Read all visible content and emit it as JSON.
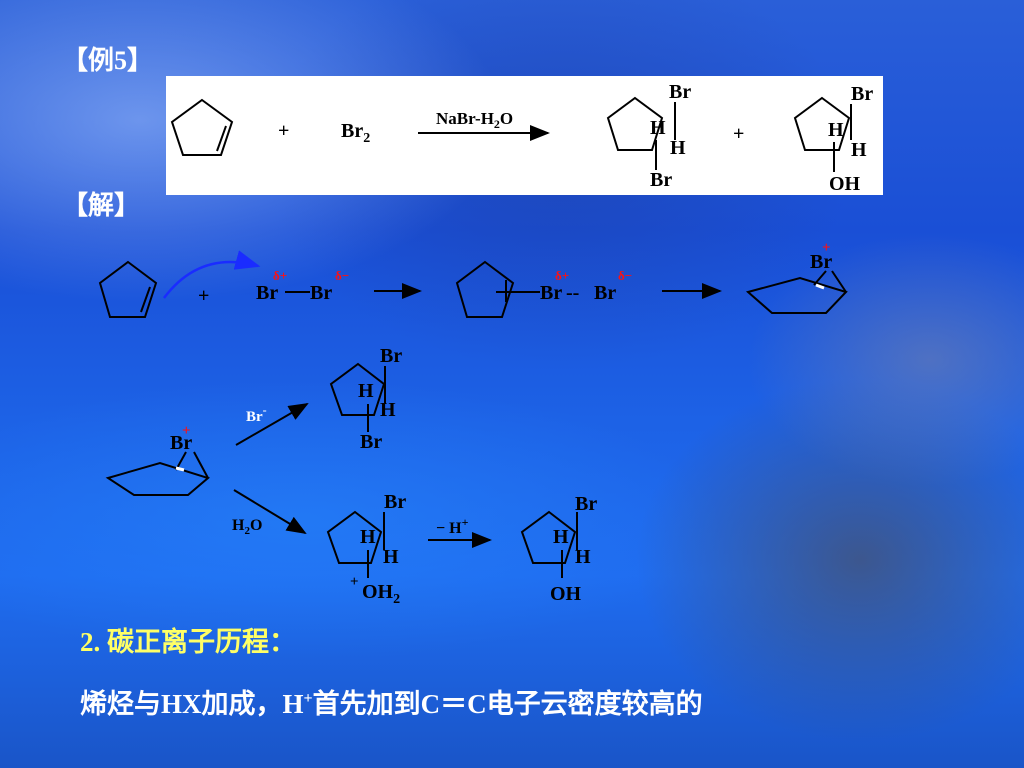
{
  "labels": {
    "example": "【例5】",
    "solution": "【解】"
  },
  "example_reaction": {
    "plus1": "+",
    "br2": "Br",
    "br2_sub": "2",
    "reagent": "NaBr-H",
    "reagent_sub": "2",
    "reagent_end": "O",
    "plus2": "+",
    "p1_br_top": "Br",
    "p1_h1": "H",
    "p1_h2": "H",
    "p1_br_bottom": "Br",
    "p2_br": "Br",
    "p2_h1": "H",
    "p2_h2": "H",
    "p2_oh": "OH"
  },
  "mechanism": {
    "plus": "+",
    "br_left": "Br",
    "br_right": "Br",
    "delta_plus_1": "δ+",
    "delta_minus_1": "δ−",
    "complex_br1": "Br",
    "complex_br2": "Br",
    "delta_plus_2": "δ+",
    "delta_minus_2": "δ−",
    "bromonium_br": "Br",
    "bromonium_charge": "+",
    "bromonium2_br": "Br",
    "bromonium2_charge": "+",
    "br_minus": "Br",
    "br_minus_charge": "-",
    "prod1_br_top": "Br",
    "prod1_h1": "H",
    "prod1_h2": "H",
    "prod1_br_bottom": "Br",
    "h2o": "H",
    "h2o_sub": "2",
    "h2o_end": "O",
    "prod2_br": "Br",
    "prod2_h1": "H",
    "prod2_h2": "H",
    "prod2_oh2": "OH",
    "prod2_oh2_sub": "2",
    "prod2_charge": "+",
    "minus_h": "− H",
    "minus_h_charge": "+",
    "prod3_br": "Br",
    "prod3_h1": "H",
    "prod3_h2": "H",
    "prod3_oh": "OH"
  },
  "section2": {
    "heading_num": "2",
    "heading_text": ". 碳正离子历程：",
    "para_a": "烯烃与",
    "para_hx": "HX",
    "para_b": "加成，",
    "para_h": "H",
    "para_h_sup": "+",
    "para_c": "首先加到",
    "para_cc": "C＝C",
    "para_d": "电子云密度较高的"
  },
  "colors": {
    "heading2": "#ffff66",
    "charge_red": "#ff1010",
    "arrow_blue": "#1a2cff"
  }
}
